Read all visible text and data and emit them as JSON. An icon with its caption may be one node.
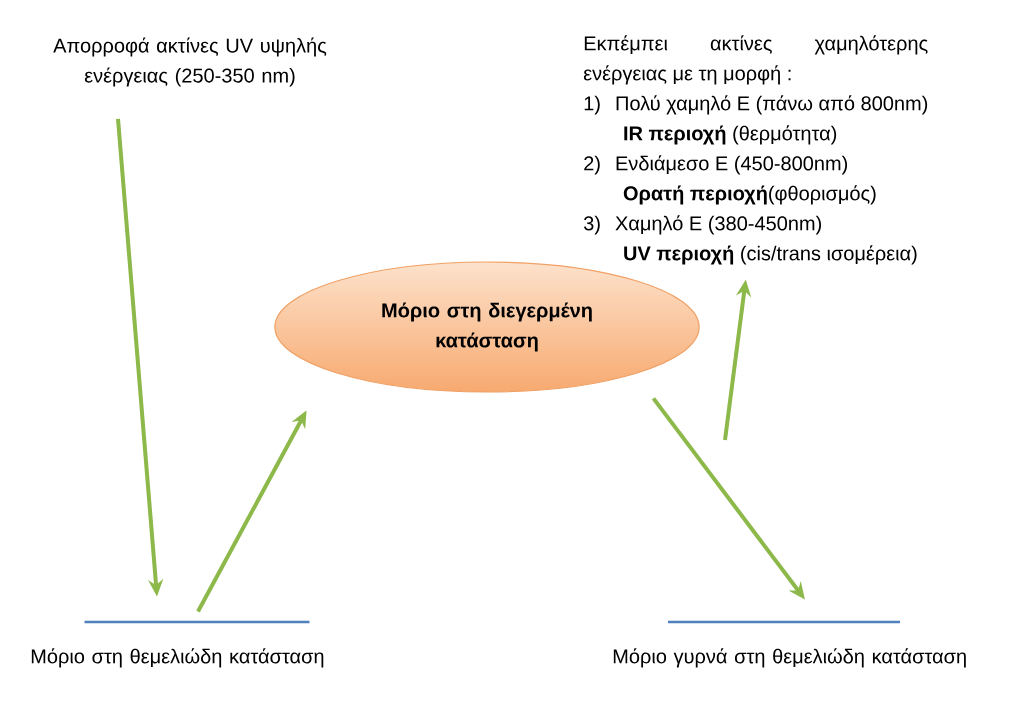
{
  "diagram": {
    "nodes": [
      {
        "text": [
          "Απορροφά ακτίνες UV υψηλής ενέργειας (250-350 nm)"
        ]
      },
      {
        "text": [],
        "shape": "bar",
        "beside": [
          "Μόριο στη θεμελιώδη κατάσταση"
        ]
      },
      {
        "text": [
          "Μόριο στη διεγερμένη κατάσταση"
        ]
      },
      {
        "text": [
          "Εκπέμπει ακτίνες χαμηλότερης ενέργειας με τη μορφή :",
          "1)",
          "Πολύ χαμηλό Ε (πάνω από 800nm)",
          "**IR περιοχή** (θερμότητα)",
          "2)",
          "Ενδιάμεσο Ε (450-800nm)",
          "**Ορατή περιοχή**(φθορισμός)",
          "3)",
          "Χαμηλό Ε (380-450nm)",
          "**UV περιοχή** (cis/trans ισομέρεια)"
        ]
      },
      {
        "text": [],
        "shape": "bar",
        "beside": [
          "Μόριο γυρνά στη θεμελιώδη κατάσταση"
        ]
      }
    ],
    "edges": [
      {
        "from": 0,
        "to": 1,
        "arrow": "to"
      },
      {
        "from": 1,
        "to": 2,
        "arrow": "to"
      },
      {
        "from": 2,
        "to": 4,
        "arrow": "to"
      },
      {
        "from": null,
        "to": 3,
        "arrow": "to"
      }
    ]
  }
}
